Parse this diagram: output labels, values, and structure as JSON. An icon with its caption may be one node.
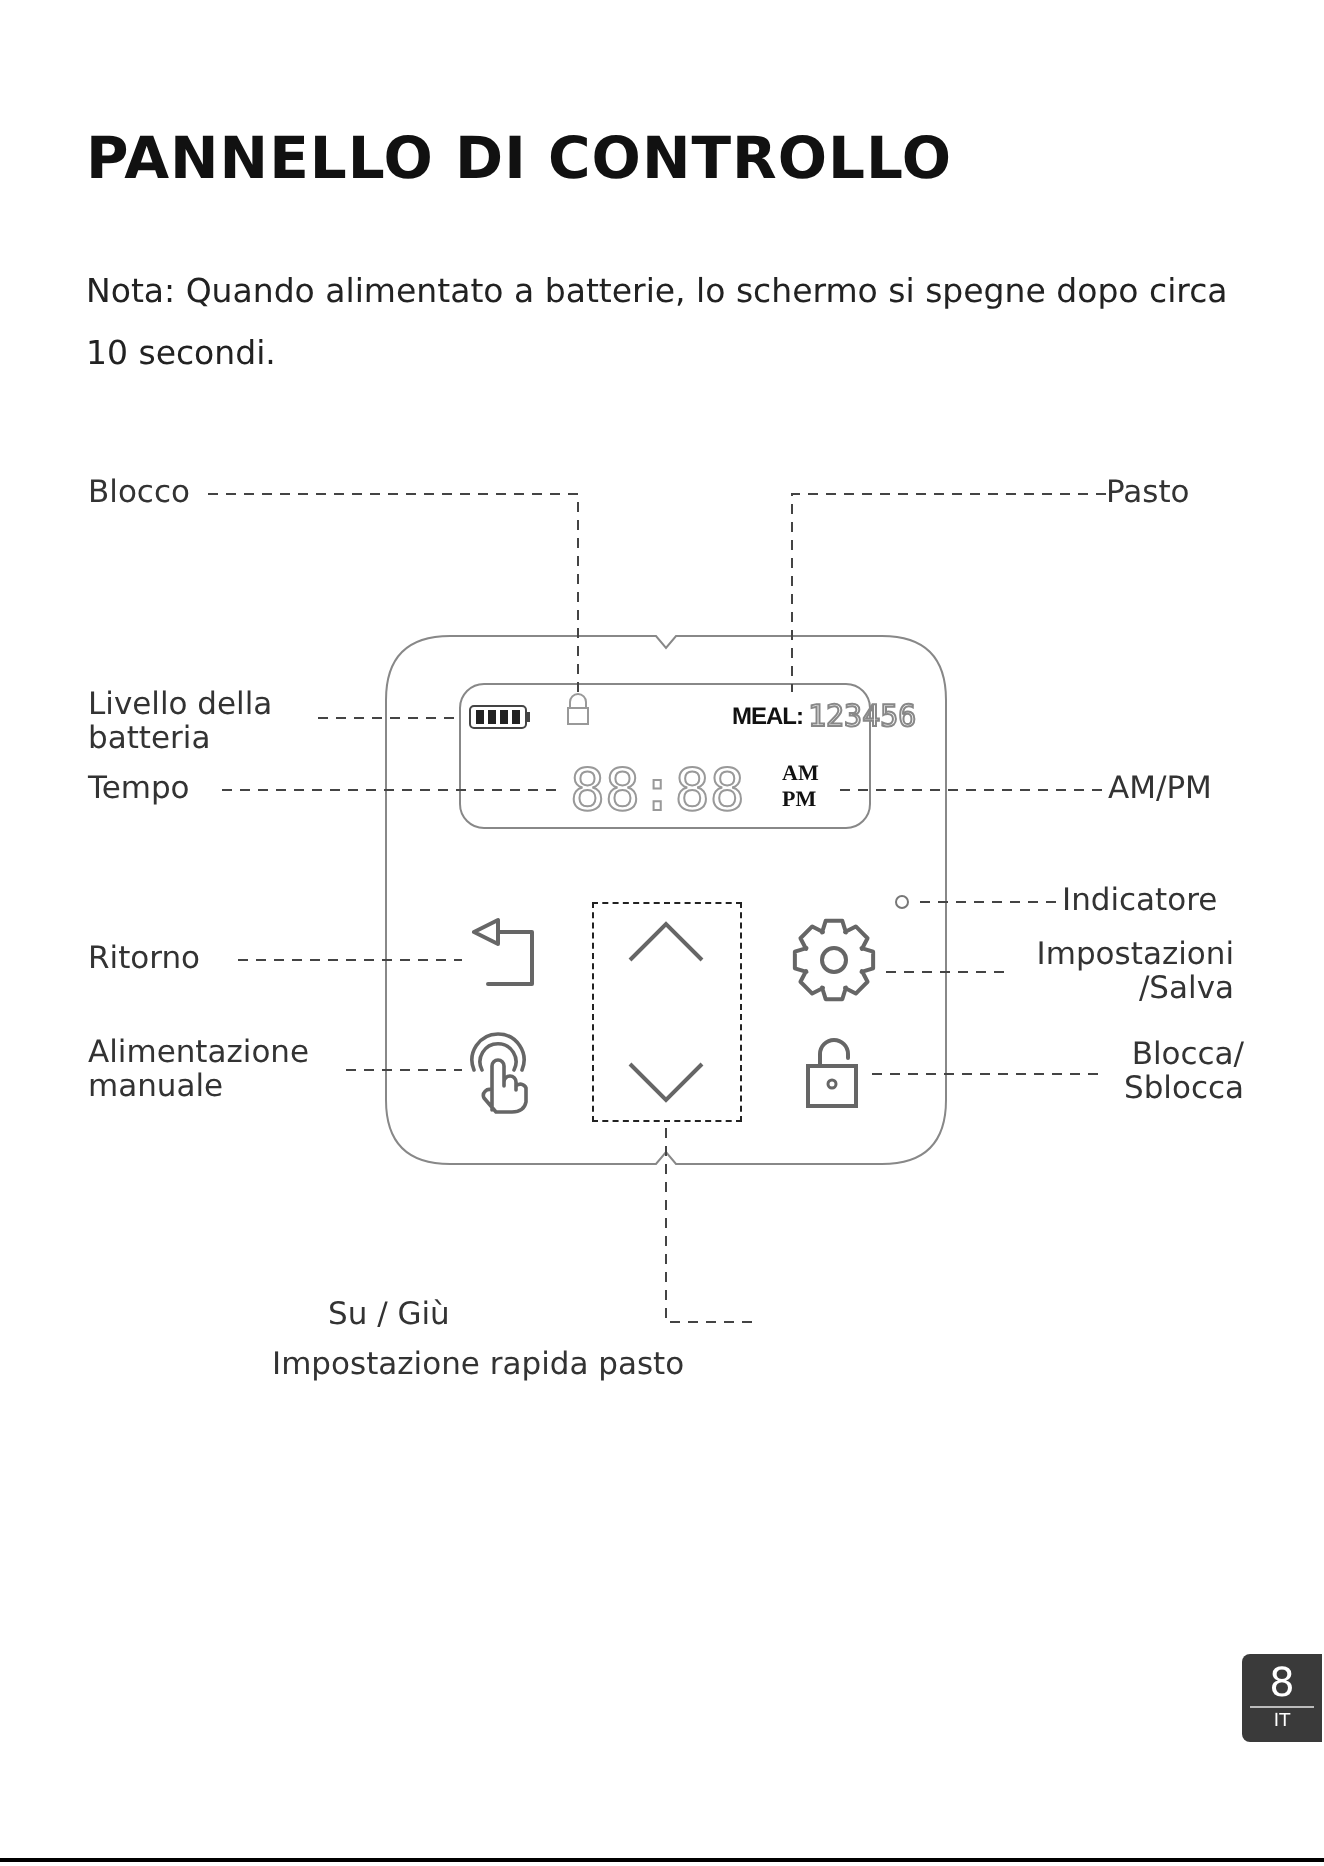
{
  "diagram": {
    "title": "PANNELLO DI CONTROLLO",
    "nodes": [
      {
        "text": [
          "Blocco"
        ]
      },
      {
        "text": [],
        "shape": "lock"
      },
      {
        "text": [
          "Pasto"
        ]
      },
      {
        "text": [
          "MEAL:",
          "123456"
        ]
      },
      {
        "text": [
          "Livello della batteria"
        ]
      },
      {
        "text": [],
        "shape": "battery"
      },
      {
        "text": [
          "Tempo"
        ]
      },
      {
        "text": [
          "88:88"
        ]
      },
      {
        "text": [
          "AM/PM"
        ]
      },
      {
        "text": [
          "AM",
          "PM"
        ]
      },
      {
        "text": [
          "Indicatore"
        ]
      },
      {
        "text": [],
        "shape": "circle"
      },
      {
        "text": [
          "Impostazioni /Salva"
        ]
      },
      {
        "text": [],
        "shape": "gear"
      },
      {
        "text": [
          "Ritorno"
        ]
      },
      {
        "text": [],
        "shape": "arrow"
      },
      {
        "text": [
          "Alimentazione manuale"
        ]
      },
      {
        "text": [],
        "shape": "hand"
      },
      {
        "text": [
          "Blocca/ Sblocca"
        ]
      },
      {
        "text": [],
        "shape": "lock"
      },
      {
        "text": [
          "Su / Giù",
          "Impostazione rapida pasto"
        ]
      },
      {
        "text": [],
        "shape": "box"
      }
    ],
    "edges": [
      {
        "from": 0,
        "to": 1,
        "arrow": "none",
        "style": "dashed"
      },
      {
        "from": 2,
        "to": 3,
        "arrow": "none",
        "style": "dashed"
      },
      {
        "from": 4,
        "to": 5,
        "arrow": "none",
        "style": "dashed"
      },
      {
        "from": 6,
        "to": 7,
        "arrow": "none",
        "style": "dashed"
      },
      {
        "from": 8,
        "to": 9,
        "arrow": "none",
        "style": "dashed"
      },
      {
        "from": 10,
        "to": 11,
        "arrow": "none",
        "style": "dashed"
      },
      {
        "from": 12,
        "to": 13,
        "arrow": "none",
        "style": "dashed"
      },
      {
        "from": 14,
        "to": 15,
        "arrow": "none",
        "style": "dashed"
      },
      {
        "from": 16,
        "to": 17,
        "arrow": "none",
        "style": "dashed"
      },
      {
        "from": 18,
        "to": 19,
        "arrow": "none",
        "style": "dashed"
      },
      {
        "from": 20,
        "to": 21,
        "arrow": "none",
        "style": "dashed"
      }
    ],
    "labels": [
      "Nota: Quando alimentato a batterie, lo schermo si spegne dopo circa 10 secondi.",
      "8",
      "IT"
    ]
  }
}
